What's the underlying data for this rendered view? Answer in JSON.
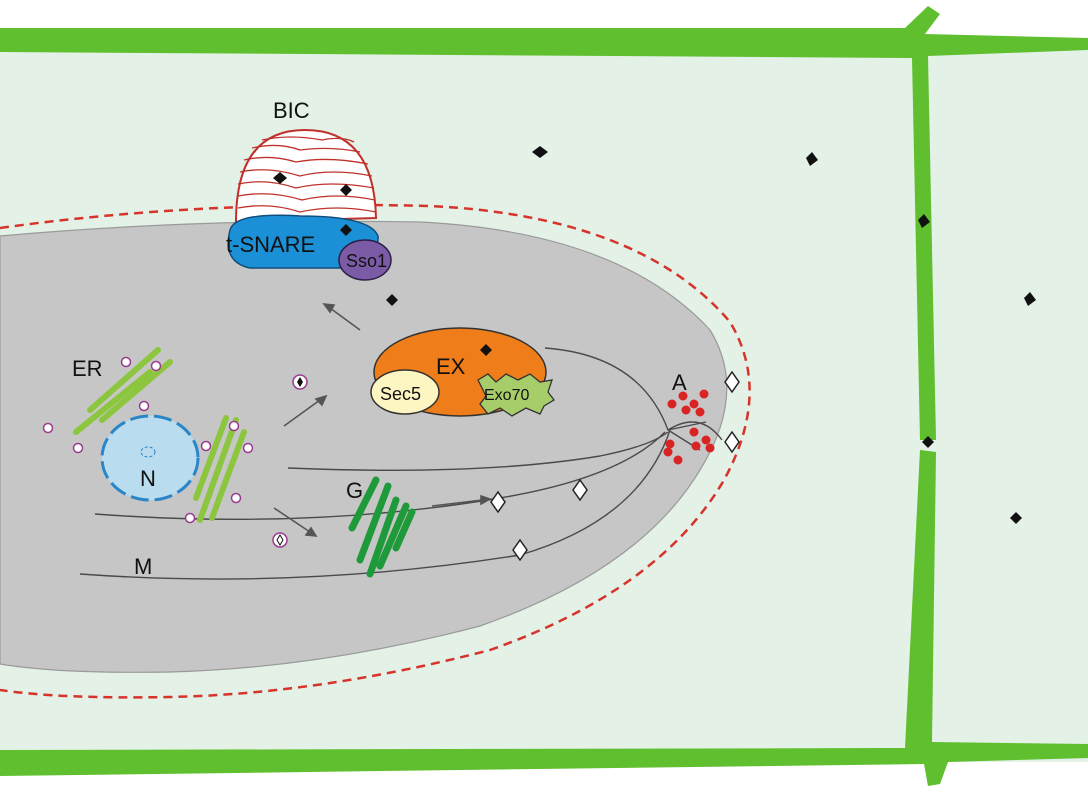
{
  "labels": {
    "bic": "BIC",
    "t_snare": "t-SNARE",
    "sso1": "Sso1",
    "ex": "EX",
    "sec5": "Sec5",
    "exo70": "Exo70",
    "er": "ER",
    "n": "N",
    "g": "G",
    "m": "M",
    "a": "A"
  },
  "colors": {
    "cell_wall": "#5fbf2e",
    "host_cytoplasm": "#e3f1e6",
    "hypha": "#c6c6c6",
    "hypha_outline": "#9a9a9a",
    "eihm_dashed": "#d6332b",
    "bic": "#c0312b",
    "t_snare": "#1c90d6",
    "sso1": "#7b5aa6",
    "exocyst": "#ef7d1a",
    "sec5": "#fdf6c3",
    "exo70": "#a7cd6a",
    "er": "#8cc63f",
    "golgi": "#1f9a3a",
    "nucleus_fill": "#b9dcef",
    "nucleus_outline": "#2a86c8",
    "vesicle": "#9a3a8e",
    "actin": "#d92424",
    "microtubule": "#4a4a4a",
    "effector": "#111111"
  },
  "icons": {
    "effector": "black-diamond-icon",
    "secreted_protein": "open-diamond-icon",
    "vesicle": "small-circle-icon",
    "arrow": "arrow-icon"
  }
}
